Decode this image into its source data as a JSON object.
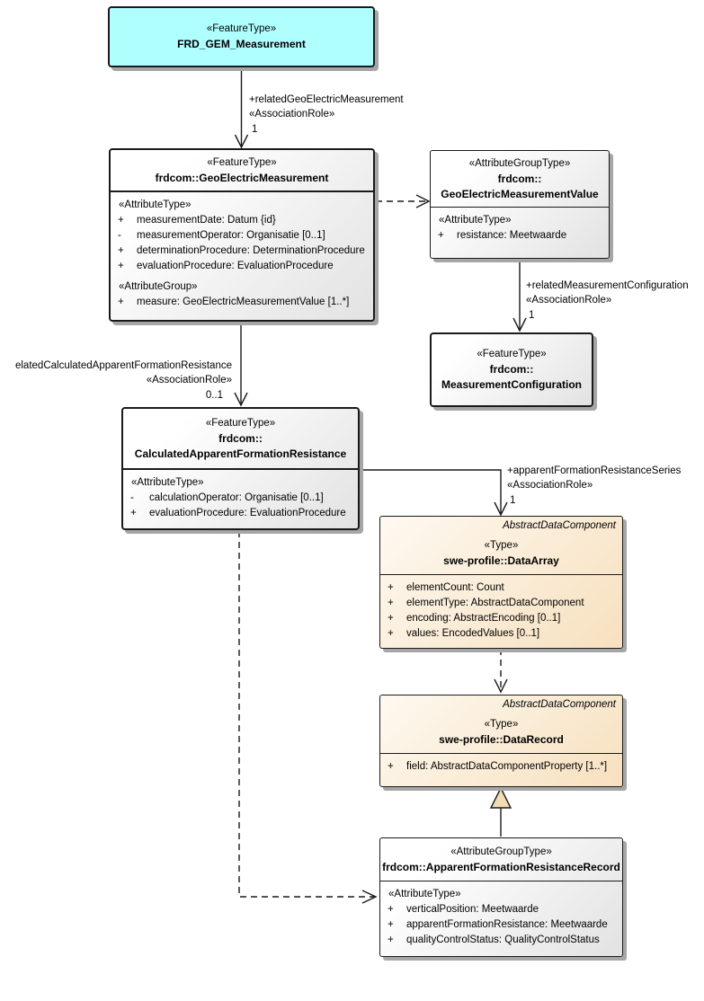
{
  "colors": {
    "feature_highlight": "#B0FFFF",
    "swe_fill_light": "#FEF9F1",
    "swe_fill": "#F7E0BE",
    "box_fill_light": "#FFFFFF",
    "box_fill": "#E2E2E2",
    "shadow": "#A6A6A6",
    "line": "#1A1A1A"
  },
  "boxes": {
    "frd_gem": {
      "stereotype": "«FeatureType»",
      "name": "FRD_GEM_Measurement"
    },
    "geo_measurement": {
      "stereotype": "«FeatureType»",
      "name": "frdcom::GeoElectricMeasurement",
      "attr_heading": "«AttributeType»",
      "attrs": [
        {
          "vis": "+",
          "text": "measurementDate: Datum {id}"
        },
        {
          "vis": "-",
          "text": "measurementOperator: Organisatie [0..1]"
        },
        {
          "vis": "+",
          "text": "determinationProcedure: DeterminationProcedure"
        },
        {
          "vis": "+",
          "text": "evaluationProcedure: EvaluationProcedure"
        }
      ],
      "group_heading": "«AttributeGroup»",
      "groups": [
        {
          "vis": "+",
          "text": "measure: GeoElectricMeasurementValue [1..*]"
        }
      ]
    },
    "geo_value": {
      "stereotype": "«AttributeGroupType»",
      "name_line1": "frdcom::",
      "name_line2": "GeoElectricMeasurementValue",
      "attr_heading": "«AttributeType»",
      "attrs": [
        {
          "vis": "+",
          "text": "resistance: Meetwaarde"
        }
      ]
    },
    "measurement_config": {
      "stereotype": "«FeatureType»",
      "name_line1": "frdcom::",
      "name_line2": "MeasurementConfiguration"
    },
    "calculated_afr": {
      "stereotype": "«FeatureType»",
      "name_line1": "frdcom::",
      "name_line2": "CalculatedApparentFormationResistance",
      "attr_heading": "«AttributeType»",
      "attrs": [
        {
          "vis": "-",
          "text": "calculationOperator: Organisatie [0..1]"
        },
        {
          "vis": "+",
          "text": "evaluationProcedure: EvaluationProcedure"
        }
      ]
    },
    "data_array": {
      "parent": "AbstractDataComponent",
      "stereotype": "«Type»",
      "name": "swe-profile::DataArray",
      "attrs": [
        {
          "vis": "+",
          "text": "elementCount: Count"
        },
        {
          "vis": "+",
          "text": "elementType: AbstractDataComponent"
        },
        {
          "vis": "+",
          "text": "encoding: AbstractEncoding [0..1]"
        },
        {
          "vis": "+",
          "text": "values: EncodedValues [0..1]"
        }
      ]
    },
    "data_record": {
      "parent": "AbstractDataComponent",
      "stereotype": "«Type»",
      "name": "swe-profile::DataRecord",
      "attrs": [
        {
          "vis": "+",
          "text": "field: AbstractDataComponentProperty [1..*]"
        }
      ]
    },
    "afr_record": {
      "stereotype": "«AttributeGroupType»",
      "name": "frdcom::ApparentFormationResistanceRecord",
      "attr_heading": "«AttributeType»",
      "attrs": [
        {
          "vis": "+",
          "text": "verticalPosition: Meetwaarde"
        },
        {
          "vis": "+",
          "text": "apparentFormationResistance: Meetwaarde"
        },
        {
          "vis": "+",
          "text": "qualityControlStatus: QualityControlStatus"
        }
      ]
    }
  },
  "connectors": {
    "related_geo_electric_measurement": {
      "role": "+relatedGeoElectricMeasurement",
      "stereotype": "«AssociationRole»",
      "multiplicity": "1"
    },
    "related_measurement_configuration": {
      "role": "+relatedMeasurementConfiguration",
      "stereotype": "«AssociationRole»",
      "multiplicity": "1"
    },
    "related_calculated_afr": {
      "role": "elatedCalculatedApparentFormationResistance",
      "stereotype": "«AssociationRole»",
      "multiplicity": "0..1"
    },
    "apparent_formation_resistance_series": {
      "role": "+apparentFormationResistanceSeries",
      "stereotype": "«AssociationRole»",
      "multiplicity": "1"
    }
  }
}
